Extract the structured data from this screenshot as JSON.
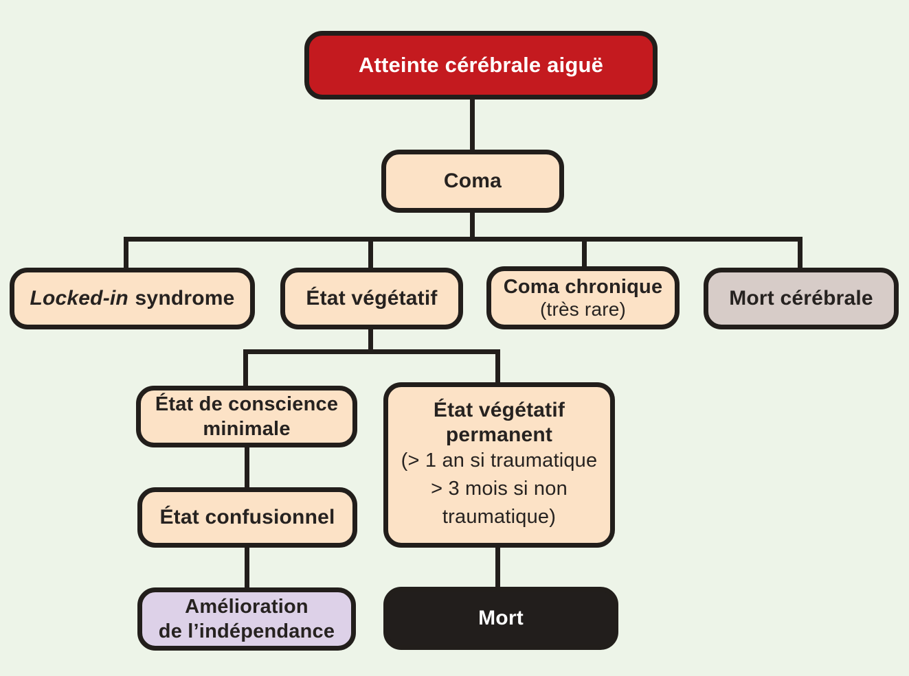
{
  "background_color": "#edf4e8",
  "line_color": "#221e1b",
  "colors": {
    "root_red": "#c41a1f",
    "default_peach": "#fce2c6",
    "mort_cerebrale_gray": "#d7ccc8",
    "amelioration_purple": "#ddd1e8",
    "mort_black": "#221e1c",
    "border_black": "#221e1b"
  },
  "nodes": {
    "root": {
      "label": "Atteinte cérébrale aiguë"
    },
    "coma": {
      "label": "Coma"
    },
    "locked_in": {
      "italic": "Locked-in",
      "rest": "syndrome"
    },
    "etat_vegetatif": {
      "label": "État végétatif"
    },
    "coma_chronique": {
      "title": "Coma chronique",
      "subtitle": "(très rare)"
    },
    "mort_cerebrale": {
      "label": "Mort cérébrale"
    },
    "conscience_minimale": {
      "line1": "État de conscience",
      "line2": "minimale"
    },
    "etat_vegetatif_permanent": {
      "bold1": "État végétatif",
      "bold2": "permanent",
      "sub": [
        "(> 1 an si traumatique",
        "> 3 mois si non",
        "traumatique)"
      ]
    },
    "etat_confusionnel": {
      "label": "État confusionnel"
    },
    "amelioration": {
      "line1": "Amélioration",
      "line2": "de l’indépendance"
    },
    "mort": {
      "label": "Mort"
    }
  }
}
